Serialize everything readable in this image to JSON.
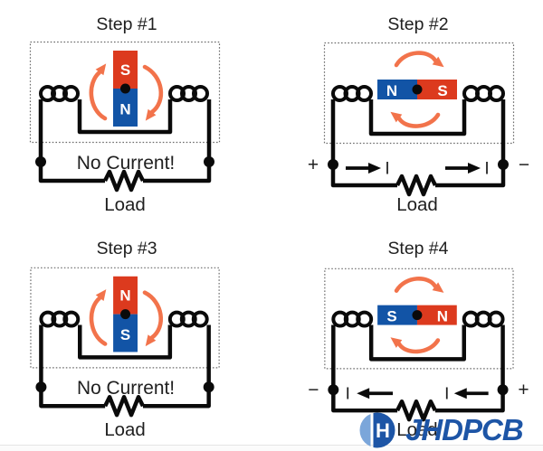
{
  "colors": {
    "background": "#ffffff",
    "wire": "#0a0a0a",
    "text": "#1f1f1f",
    "magnet_red": "#dc3a1e",
    "magnet_blue": "#1254a6",
    "pole_letter": "#ffffff",
    "rotation_arrow": "#f2734b",
    "dotted_border": "#6b6b6b",
    "logo_blue": "#1d55a6",
    "logo_light_blue": "#7ba6da",
    "footer_line": "#e4e4e4"
  },
  "panels": [
    {
      "title": "Step #1",
      "magnet_orientation": "vertical",
      "pole_top": "S",
      "pole_bottom": "N",
      "status": "No Current!",
      "load": "Load"
    },
    {
      "title": "Step #2",
      "magnet_orientation": "horizontal",
      "pole_left": "N",
      "pole_right": "S",
      "terminal_left": "+",
      "terminal_right": "−",
      "current": "I",
      "current_direction": "right",
      "load": "Load"
    },
    {
      "title": "Step #3",
      "magnet_orientation": "vertical",
      "pole_top": "N",
      "pole_bottom": "S",
      "status": "No Current!",
      "load": "Load"
    },
    {
      "title": "Step #4",
      "magnet_orientation": "horizontal",
      "pole_left": "S",
      "pole_right": "N",
      "terminal_left": "−",
      "terminal_right": "+",
      "current": "I",
      "current_direction": "left",
      "load": "Load"
    }
  ],
  "watermark": {
    "text": "JHDPCB",
    "icon_letter": "H"
  }
}
